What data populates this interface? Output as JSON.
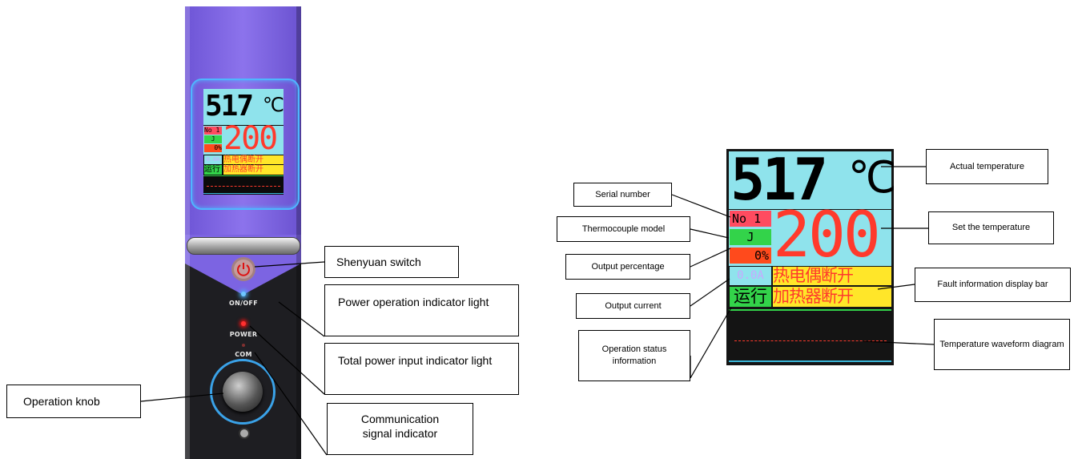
{
  "device": {
    "small_display": {
      "actual_temp": "517",
      "unit": "℃",
      "serial": "No 1",
      "tc_type": "J",
      "output_pct": "0%",
      "current": "0.0A",
      "set_temp": "200",
      "fault_1": "热电偶断开",
      "fault_2": "加热器断开",
      "status": "运行"
    },
    "labels": {
      "on_off": "ON/OFF",
      "power": "POWER",
      "com": "COM"
    }
  },
  "left_callouts": {
    "shenyuan_switch": "Shenyuan switch",
    "power_operation_indicator": "Power operation indicator light",
    "total_power_input_indicator": "Total power input indicator light",
    "communication_signal_indicator": "Communication signal indicator",
    "operation_knob": "Operation knob"
  },
  "lcd": {
    "actual_temp": "517",
    "unit": "℃",
    "serial": "No 1",
    "tc_type": "J",
    "output_pct": "0%",
    "current": "0.0A",
    "set_temp": "200",
    "fault_1": "热电偶断开",
    "fault_2": "加热器断开",
    "status": "运行"
  },
  "right_callouts": {
    "serial_number": "Serial number",
    "thermocouple_model": "Thermocouple model",
    "output_percentage": "Output percentage",
    "output_current": "Output current",
    "operation_status": "Operation status information",
    "actual_temperature": "Actual temperature",
    "set_temperature": "Set the temperature",
    "fault_bar": "Fault information display bar",
    "waveform": "Temperature waveform diagram"
  },
  "colors": {
    "lcd_cyan": "#8fe3ec",
    "lcd_red": "#ff3a2c",
    "lcd_green": "#33d34a",
    "lcd_yellow": "#ffe629",
    "panel_purple": "#7c64e2",
    "ring_blue": "#3aa2e8"
  }
}
